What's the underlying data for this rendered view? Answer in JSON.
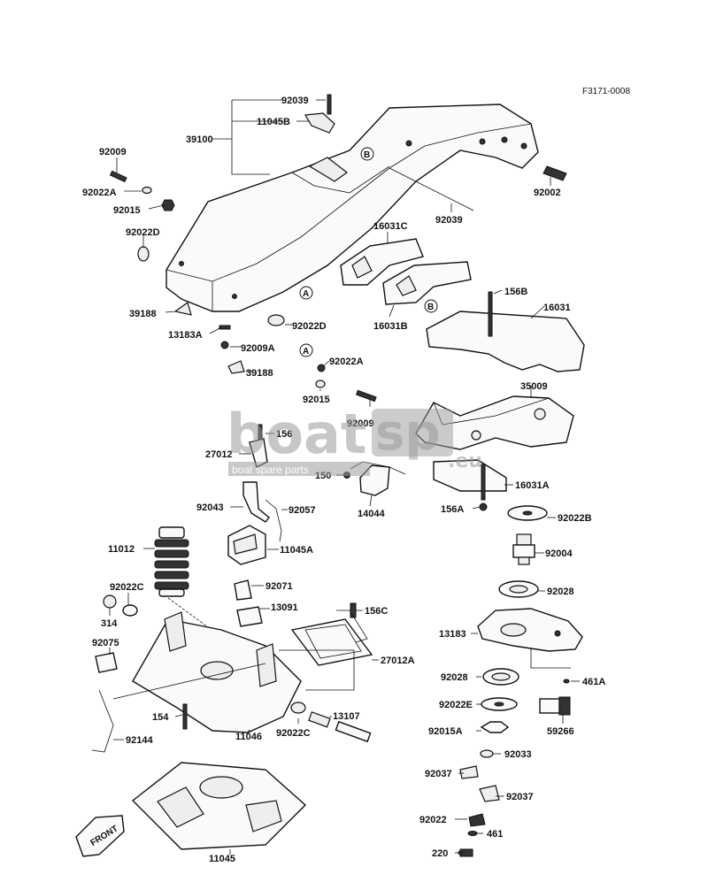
{
  "diagram": {
    "ref_code": "F3171-0008",
    "watermark": {
      "brand_left": "boat",
      "brand_right": "sp",
      "suffix": ".eu",
      "tagline": "boat spare parts"
    },
    "front_label": "FRONT",
    "callouts": [
      "A",
      "B"
    ],
    "parts": {
      "p92039a": "92039",
      "p11045b": "11045B",
      "p39100": "39100",
      "p92009a_top": "92009",
      "p92022a_top": "92022A",
      "p92015_top": "92015",
      "p92002": "92002",
      "p92039b": "92039",
      "p16031c": "16031C",
      "p92022d_top": "92022D",
      "p156b": "156B",
      "p16031": "16031",
      "p16031b": "16031B",
      "p39188a": "39188",
      "p92022d_bot": "92022D",
      "p13183a": "13183A",
      "p92009a": "92009A",
      "p39188b": "39188",
      "p92022a_mid": "92022A",
      "p92015_mid": "92015",
      "p92009_mid": "92009",
      "p35009": "35009",
      "p156": "156",
      "p27012": "27012",
      "p150": "150",
      "p16031a": "16031A",
      "p14044": "14044",
      "p156a": "156A",
      "p92022b": "92022B",
      "p92043": "92043",
      "p92057": "92057",
      "p11045a": "11045A",
      "p92004": "92004",
      "p11012": "11012",
      "p92071": "92071",
      "p92028_top": "92028",
      "p92022c_top": "92022C",
      "p13091": "13091",
      "p156c": "156C",
      "p314": "314",
      "p13183": "13183",
      "p92075": "92075",
      "p27012a": "27012A",
      "p92028_bot": "92028",
      "p461a": "461A",
      "p154": "154",
      "p13107": "13107",
      "p92022e": "92022E",
      "p11046": "11046",
      "p92022c_bot": "92022C",
      "p92015a": "92015A",
      "p59266": "59266",
      "p92144": "92144",
      "p92033": "92033",
      "p92037a": "92037",
      "p92037b": "92037",
      "p92022": "92022",
      "p461": "461",
      "p11045": "11045",
      "p220": "220"
    }
  }
}
